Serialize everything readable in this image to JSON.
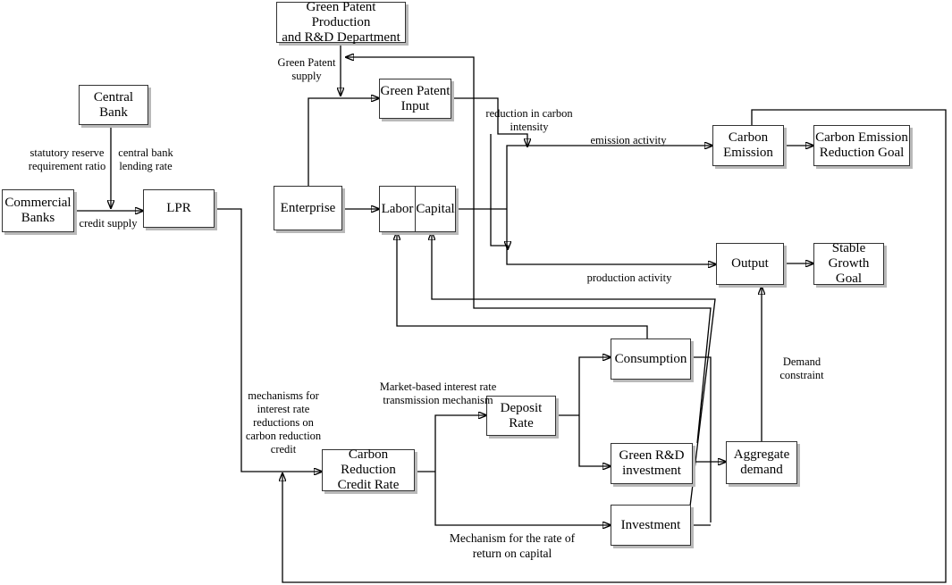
{
  "nodes": {
    "green_patent_dept": "Green Patent Production\nand R&D Department",
    "central_bank": "Central Bank",
    "commercial_banks": "Commercial\nBanks",
    "lpr": "LPR",
    "enterprise": "Enterprise",
    "labor": "Labor",
    "capital": "Capital",
    "green_patent_input": "Green Patent\nInput",
    "carbon_emission": "Carbon\nEmission",
    "carbon_emission_goal": "Carbon Emission\nReduction Goal",
    "output": "Output",
    "stable_growth_goal": "Stable\nGrowth Goal",
    "consumption": "Consumption",
    "deposit_rate": "Deposit  Rate",
    "green_rd_investment": "Green R&D\ninvestment",
    "aggregate_demand": "Aggregate\ndemand",
    "carbon_reduction_credit_rate": "Carbon Reduction\nCredit Rate",
    "investment": "Investment"
  },
  "labels": {
    "green_patent_supply": "Green Patent\nsupply",
    "statutory_reserve": "statutory reserve\nrequirement ratio",
    "central_bank_lending": "central bank\nlending rate",
    "credit_supply": "credit supply",
    "reduction_carbon_intensity": "reduction in carbon\nintensity",
    "emission_activity": "emission activity",
    "production_activity": "production activity",
    "demand_constraint": "Demand constraint",
    "interest_rate_mechanisms": "mechanisms for\ninterest rate\nreductions on\ncarbon reduction\ncredit",
    "market_based_transmission": "Market-based interest rate\ntransmission mechanism",
    "return_on_capital": "Mechanism for the rate of\nreturn on capital"
  }
}
